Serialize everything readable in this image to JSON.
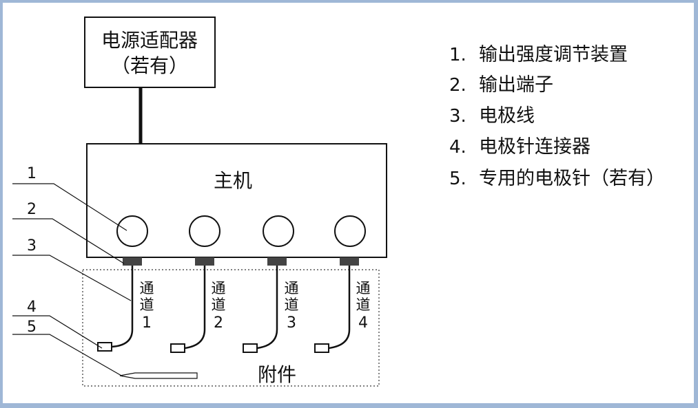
{
  "adapter": {
    "line1": "电源适配器",
    "line2": "（若有）"
  },
  "host": {
    "label": "主机"
  },
  "accessory": {
    "label": "附件"
  },
  "callouts": [
    "1",
    "2",
    "3",
    "4",
    "5"
  ],
  "channels": [
    {
      "c1": "通",
      "c2": "道",
      "num": "1"
    },
    {
      "c1": "通",
      "c2": "道",
      "num": "2"
    },
    {
      "c1": "通",
      "c2": "道",
      "num": "3"
    },
    {
      "c1": "通",
      "c2": "道",
      "num": "4"
    }
  ],
  "legend": [
    {
      "num": "1.",
      "text": "输出强度调节装置"
    },
    {
      "num": "2.",
      "text": "输出端子"
    },
    {
      "num": "3.",
      "text": "电极线"
    },
    {
      "num": "4.",
      "text": "电极针连接器"
    },
    {
      "num": "5.",
      "text": "专用的电极针（若有）"
    }
  ],
  "colors": {
    "border": "#9fb7d6",
    "line": "#111111",
    "terminal": "#444444"
  }
}
